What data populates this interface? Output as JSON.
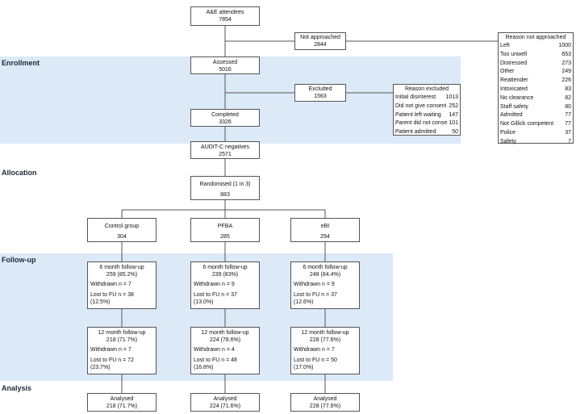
{
  "phases": {
    "enrollment": "Enrollment",
    "allocation": "Allocation",
    "followup": "Follow-up",
    "analysis": "Analysis"
  },
  "attendees": {
    "label": "A&E attendees",
    "n": "7854"
  },
  "not_approached": {
    "label": "Not approached",
    "n": "2844"
  },
  "reason_not_approached": {
    "title": "Reason not approached",
    "rows": [
      {
        "name": "Left",
        "value": "1000"
      },
      {
        "name": "Too unwell",
        "value": "653"
      },
      {
        "name": "Distressed",
        "value": "273"
      },
      {
        "name": "Other",
        "value": "249"
      },
      {
        "name": "Reattender",
        "value": "226"
      },
      {
        "name": "Intoxicated",
        "value": "83"
      },
      {
        "name": "No clearance",
        "value": "82"
      },
      {
        "name": "Staff safety",
        "value": "80"
      },
      {
        "name": "Admitted",
        "value": "77"
      },
      {
        "name": "Not Gillick competent",
        "value": "77"
      },
      {
        "name": "Police",
        "value": "37"
      },
      {
        "name": "Safety",
        "value": "7"
      }
    ]
  },
  "assessed": {
    "label": "Assessed",
    "n": "5016"
  },
  "excluded": {
    "label": "Excluded",
    "n": "1563"
  },
  "reason_excluded": {
    "title": "Reason excluded",
    "rows": [
      {
        "name": "Initial disinterest",
        "value": "1013"
      },
      {
        "name": "Did not give consent",
        "value": "252"
      },
      {
        "name": "Patient left waiting",
        "value": "147"
      },
      {
        "name": "Parent did not consent",
        "value": "101"
      },
      {
        "name": "Patient admitted",
        "value": "50"
      }
    ]
  },
  "completed": {
    "label": "Completed",
    "n": "3326"
  },
  "auditc": {
    "label": "AUDIT-C negatives",
    "n": "2571"
  },
  "randomised": {
    "label": "Randomised (1 in 3)",
    "n": "883"
  },
  "arms": [
    {
      "label": "Control group",
      "n": "304",
      "fu6": {
        "title": "6 month follow-up",
        "n": "259 (85.2%)",
        "withdrawn": "Withdrawn n = 7",
        "lost": "Lost to FU n = 38 (12.5%)"
      },
      "fu12": {
        "title": "12 month follow-up",
        "n": "218 (71.7%)",
        "withdrawn": "Withdrawn n = 7",
        "lost": "Lost to FU n = 72 (23.7%)"
      },
      "analysed": {
        "label": "Analysed",
        "n": "218 (71.7%)"
      }
    },
    {
      "label": "PFBA",
      "n": "285",
      "fu6": {
        "title": "6 month follow-up",
        "n": "239 (83%)",
        "withdrawn": "Withdrawn n = 9",
        "lost": "Lost to FU n = 37 (13.0%)"
      },
      "fu12": {
        "title": "12 month follow-up",
        "n": "224 (78.6%)",
        "withdrawn": "Withdrawn n = 4",
        "lost": "Lost to FU n = 48 (16.8%)"
      },
      "analysed": {
        "label": "Analysed",
        "n": "224 (71.6%)"
      }
    },
    {
      "label": "eBI",
      "n": "294",
      "fu6": {
        "title": "6 month follow-up",
        "n": "248 (84.4%)",
        "withdrawn": "Withdrawn n = 9",
        "lost": "Lost to FU n = 37 (12.6%)"
      },
      "fu12": {
        "title": "12 month follow-up",
        "n": "228 (77.6%)",
        "withdrawn": "Withdrawn n = 7",
        "lost": "Lost to FU n = 50 (17.0%)"
      },
      "analysed": {
        "label": "Analysed",
        "n": "228 (77.6%)"
      }
    }
  ]
}
